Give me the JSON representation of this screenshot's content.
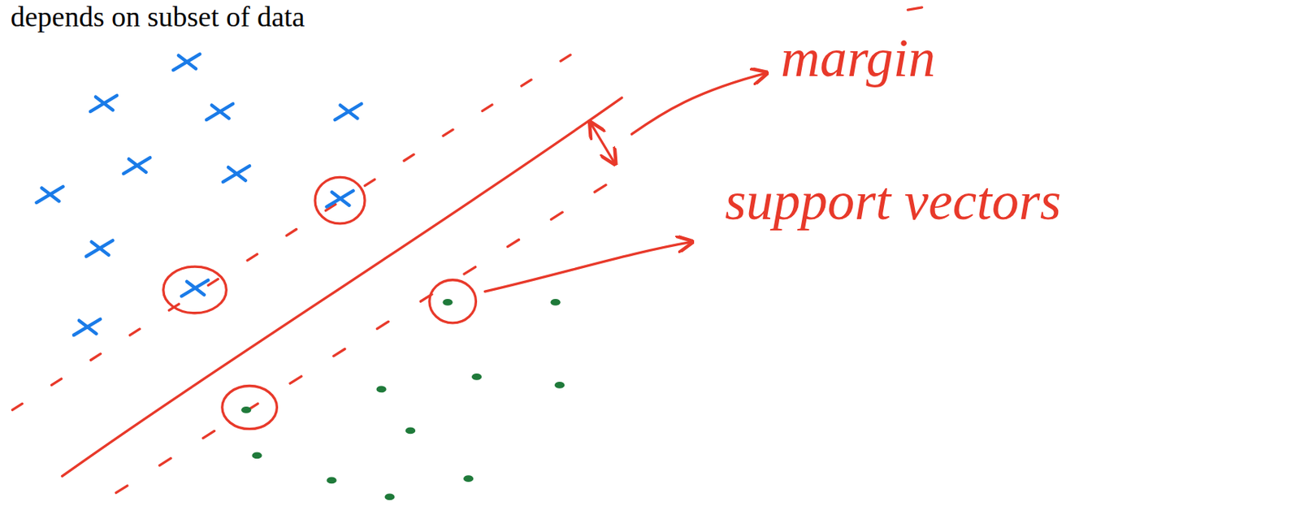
{
  "diagram": {
    "labels": [
      "depends on subset of data",
      "margin",
      "support vectors"
    ]
  }
}
